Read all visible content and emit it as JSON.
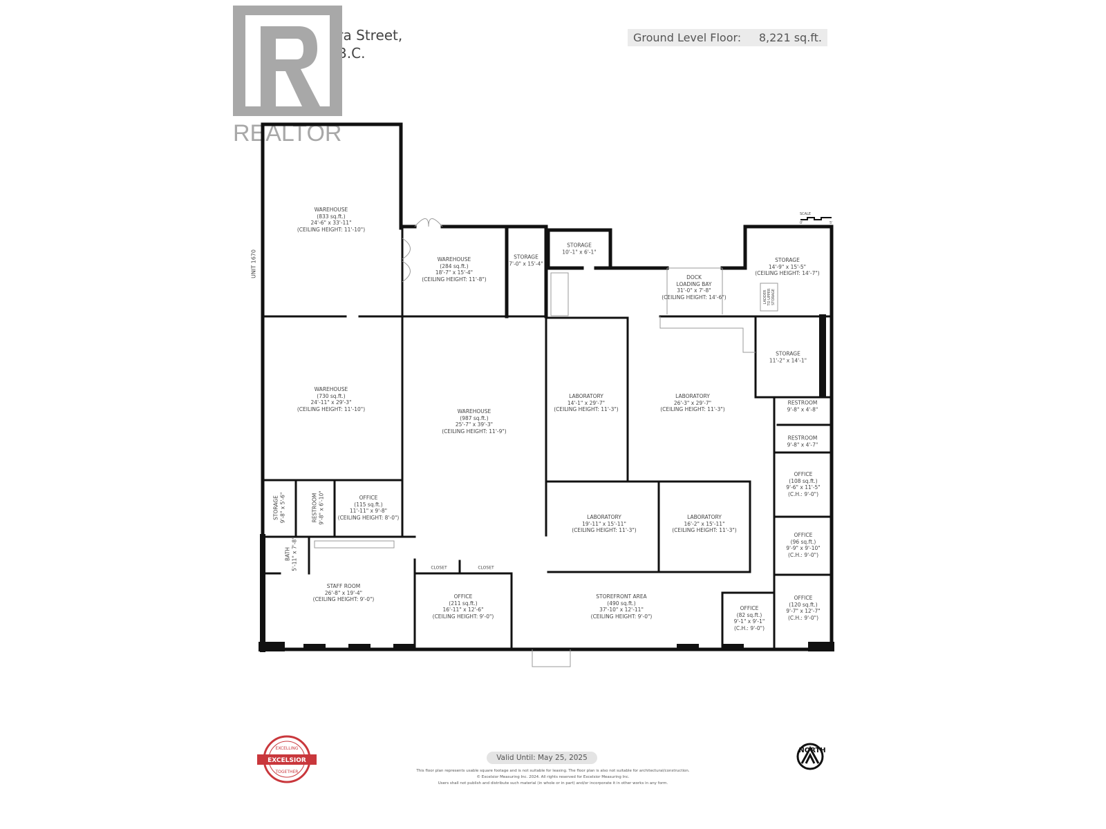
{
  "header": {
    "address_line1": "1642 Pandora Street,",
    "address_line2": "Vancouver, B.C.",
    "floor_label": "Ground Level Floor:",
    "floor_area": "8,221 sq.ft."
  },
  "logo": {
    "text": "REALTOR®"
  },
  "unit_label": "UNIT 1670",
  "scale": {
    "label": "SCALE",
    "start": "0'",
    "end": "5'"
  },
  "rooms": {
    "wh833": [
      "WAREHOUSE",
      "(833 sq.ft.)",
      "24'-6\" x 33'-11\"",
      "(CEILING HEIGHT: 11'-10\")"
    ],
    "wh284": [
      "WAREHOUSE",
      "(284 sq.ft.)",
      "18'-7\" x 15'-4\"",
      "(CEILING HEIGHT: 11'-8\")"
    ],
    "st7": [
      "STORAGE",
      "7'-0\" x 15'-4\""
    ],
    "st10": [
      "STORAGE",
      "10'-1\" x 6'-1\""
    ],
    "dock": [
      "DOCK",
      "LOADING BAY",
      "31'-0\" x 7'-8\"",
      "(CEILING HEIGHT: 14'-6\")"
    ],
    "st14": [
      "STORAGE",
      "14'-9\" x 15'-5\"",
      "(CEILING HEIGHT: 14'-7\")"
    ],
    "ladder": [
      "LADDER",
      "TO UPPER",
      "STORAGE"
    ],
    "wh730": [
      "WAREHOUSE",
      "(730 sq.ft.)",
      "24'-11\" x 29'-3\"",
      "(CEILING HEIGHT: 11'-10\")"
    ],
    "wh987": [
      "WAREHOUSE",
      "(987 sq.ft.)",
      "25'-7\" x 39'-3\"",
      "(CEILING HEIGHT: 11'-9\")"
    ],
    "lab14": [
      "LABORATORY",
      "14'-1\" x 29'-7\"",
      "(CEILING HEIGHT: 11'-3\")"
    ],
    "lab26": [
      "LABORATORY",
      "26'-3\" x 29'-7\"",
      "(CEILING HEIGHT: 11'-3\")"
    ],
    "st11": [
      "STORAGE",
      "11'-2\" x 14'-1\""
    ],
    "rr1": [
      "RESTROOM",
      "9'-8\" x 4'-8\""
    ],
    "rr2": [
      "RESTROOM",
      "9'-8\" x 4'-7\""
    ],
    "of108": [
      "OFFICE",
      "(108 sq.ft.)",
      "9'-6\" x 11'-5\"",
      "(C.H.: 9'-0\")"
    ],
    "of96": [
      "OFFICE",
      "(96 sq.ft.)",
      "9'-9\" x 9'-10\"",
      "(C.H.: 9'-0\")"
    ],
    "of120": [
      "OFFICE",
      "(120 sq.ft.)",
      "9'-7\" x 12'-7\"",
      "(C.H.: 9'-0\")"
    ],
    "of82": [
      "OFFICE",
      "(82 sq.ft.)",
      "9'-1\" x 9'-1\"",
      "(C.H.: 9'-0\")"
    ],
    "lab19": [
      "LABORATORY",
      "19'-11\" x 15'-11\"",
      "(CEILING HEIGHT: 11'-3\")"
    ],
    "lab16": [
      "LABORATORY",
      "16'-2\" x 15'-11\"",
      "(CEILING HEIGHT: 11'-3\")"
    ],
    "st9": [
      "STORAGE",
      "9'-8\" x 5'-6\""
    ],
    "rr3": [
      "RESTROOM",
      "9'-8\" x 6'-10\""
    ],
    "of115": [
      "OFFICE",
      "(115 sq.ft.)",
      "11'-11\" x 9'-8\"",
      "(CEILING HEIGHT: 8'-0\")"
    ],
    "bath": [
      "BATH",
      "5'-11\" x 7'-8\""
    ],
    "staff": [
      "STAFF ROOM",
      "26'-8\" x 19'-4\"",
      "(CEILING HEIGHT: 9'-0\")"
    ],
    "closet1": [
      "CLOSET"
    ],
    "closet2": [
      "CLOSET"
    ],
    "of211": [
      "OFFICE",
      "(211 sq.ft.)",
      "16'-11\" x 12'-6\"",
      "(CEILING HEIGHT: 9'-0\")"
    ],
    "store": [
      "STOREFRONT AREA",
      "(490 sq.ft.)",
      "37'-10\" x 12'-11\"",
      "(CEILING HEIGHT: 9'-0\")"
    ]
  },
  "footer": {
    "valid_until": "Valid Until: May 25, 2025",
    "disclaimer": [
      "This floor plan represents usable square footage and is not suitable for leasing. The floor plan is also not suitable for architectural/construction.",
      "© Excelsior Measuring Inc. 2024. All rights reserved for Excelsior Measuring Inc.",
      "Users shall not publish and distribute such material (in whole or in part) and/or incorporate it in other works in any form."
    ],
    "badge": {
      "top": "EXCELLING",
      "main": "EXCELSIOR",
      "bottom": "TOGETHER"
    },
    "north_label": "NORTH"
  },
  "colors": {
    "wall": "#111111",
    "logo_grey": "#a8a8a8",
    "pill": "#e4e4e4"
  }
}
